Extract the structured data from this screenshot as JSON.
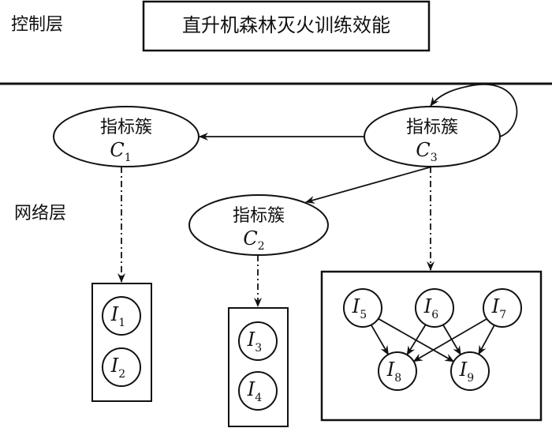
{
  "control_layer": {
    "label": "控制层",
    "goal": "直升机森林灭火训练效能"
  },
  "network_layer": {
    "label": "网络层"
  },
  "clusters": [
    {
      "id": "C1",
      "title": "指标簇",
      "letter": "C",
      "sub": "1"
    },
    {
      "id": "C2",
      "title": "指标簇",
      "letter": "C",
      "sub": "2"
    },
    {
      "id": "C3",
      "title": "指标簇",
      "letter": "C",
      "sub": "3"
    }
  ],
  "indicators": [
    {
      "id": "I1",
      "letter": "I",
      "sub": "1"
    },
    {
      "id": "I2",
      "letter": "I",
      "sub": "2"
    },
    {
      "id": "I3",
      "letter": "I",
      "sub": "3"
    },
    {
      "id": "I4",
      "letter": "I",
      "sub": "4"
    },
    {
      "id": "I5",
      "letter": "I",
      "sub": "5"
    },
    {
      "id": "I6",
      "letter": "I",
      "sub": "6"
    },
    {
      "id": "I7",
      "letter": "I",
      "sub": "7"
    },
    {
      "id": "I8",
      "letter": "I",
      "sub": "8"
    },
    {
      "id": "I9",
      "letter": "I",
      "sub": "9"
    }
  ],
  "edges": {
    "cluster_links": [
      [
        "C3",
        "C1"
      ],
      [
        "C3",
        "C2"
      ],
      [
        "C3",
        "C3"
      ]
    ],
    "cluster_to_group": [
      [
        "C1",
        "group1"
      ],
      [
        "C2",
        "group2"
      ],
      [
        "C3",
        "group3"
      ]
    ],
    "indicator_links": [
      [
        "I5",
        "I8"
      ],
      [
        "I5",
        "I9"
      ],
      [
        "I6",
        "I8"
      ],
      [
        "I6",
        "I9"
      ],
      [
        "I7",
        "I8"
      ],
      [
        "I7",
        "I9"
      ]
    ]
  }
}
